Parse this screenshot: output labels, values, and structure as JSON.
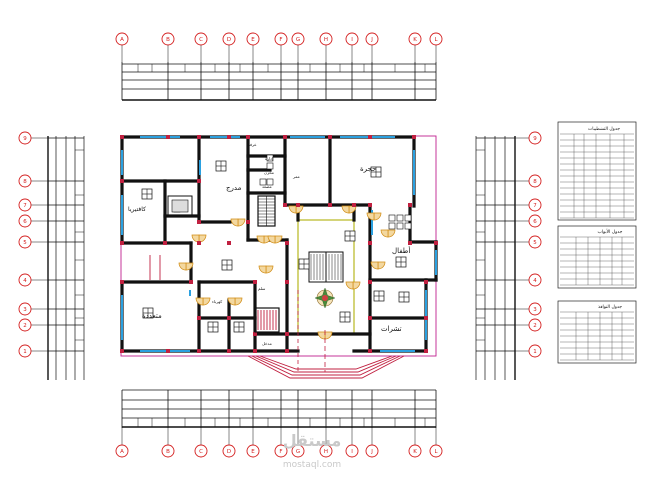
{
  "grid": {
    "columns": [
      "A",
      "B",
      "C",
      "D",
      "E",
      "F",
      "G",
      "H",
      "I",
      "J",
      "K",
      "L"
    ],
    "rows": [
      "9",
      "8",
      "7",
      "6",
      "5",
      "4",
      "3",
      "2",
      "1"
    ]
  },
  "rooms": {
    "stair_hall": "مدرج",
    "room_top_right": "حجرة",
    "cafeteria": "كافتيريا",
    "kids": "أطفال",
    "multipurpose": "متعددة",
    "toilets": "تشرات",
    "small": {
      "a": "غرفة",
      "b": "إدارة",
      "c": "مخزن",
      "d": "مصعد",
      "e": "سلم",
      "f": "ممر",
      "g": "كهرباء",
      "h": "مدخل"
    }
  },
  "tables": {
    "finishes_title": "جدول التشطيبات",
    "doors_title": "جدول الأبواب",
    "windows_title": "جدول النوافذ"
  },
  "watermark": {
    "logo": "مستقل",
    "url": "mostaql.com"
  },
  "colors": {
    "wall": "#111111",
    "bubble": "#d42020",
    "boundary": "#c02090",
    "window": "#2aa0e0",
    "door": "#e0a020",
    "court": "#b8b820",
    "ramp": "#c02040"
  }
}
